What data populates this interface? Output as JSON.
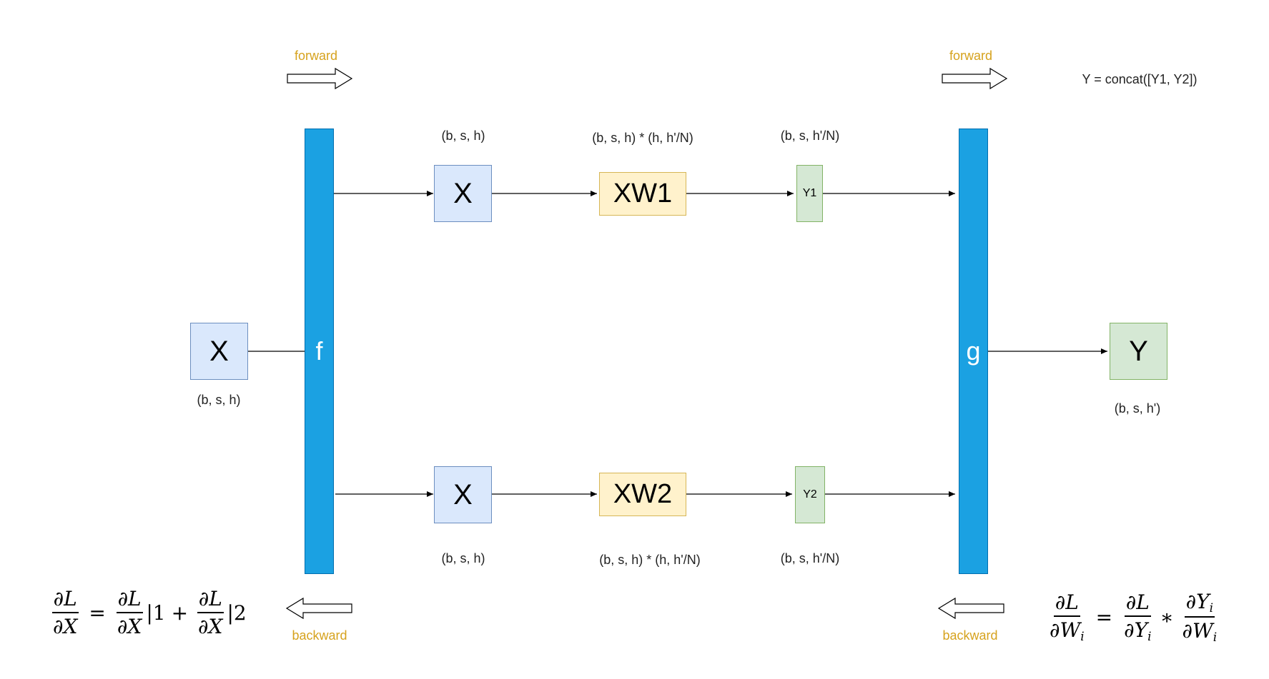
{
  "arrows": {
    "forward_label": "forward",
    "backward_label": "backward"
  },
  "equation_top": "Y = concat([Y1, Y2])",
  "input": {
    "label": "X",
    "shape": "(b, s, h)"
  },
  "f_bar": {
    "label": "f"
  },
  "g_bar": {
    "label": "g"
  },
  "top_branch": {
    "x_label": "X",
    "x_shape": "(b, s, h)",
    "w_label": "XW1",
    "w_shape": "(b, s, h) * (h, h'/N)",
    "y_label": "Y1",
    "y_shape": "(b, s, h'/N)"
  },
  "bottom_branch": {
    "x_label": "X",
    "x_shape": "(b, s, h)",
    "w_label": "XW2",
    "w_shape": "(b, s, h) * (h, h'/N)",
    "y_label": "Y2",
    "y_shape": "(b, s, h'/N)"
  },
  "output": {
    "label": "Y",
    "shape": "(b, s, h')"
  },
  "formula_left": {
    "d": "∂",
    "L": "L",
    "X": "X",
    "eq": "=",
    "plus": "+",
    "sub1": "|1",
    "sub2": "|2"
  },
  "formula_right": {
    "d": "∂",
    "L": "L",
    "W": "W",
    "Y": "Y",
    "i": "i",
    "eq": "=",
    "times": "∗"
  },
  "colors": {
    "bar_fill": "#1ba1e2",
    "blue_box": "#dae8fc",
    "yellow_box": "#fff2cc",
    "green_box": "#d5e8d4",
    "accent_text": "#d6a21d"
  }
}
